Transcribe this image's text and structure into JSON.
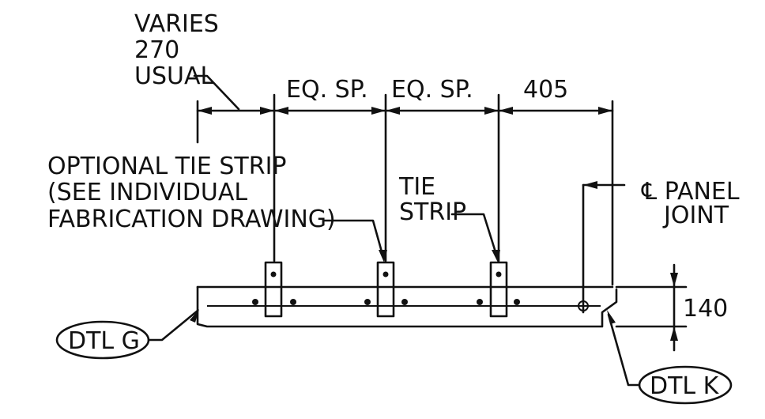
{
  "drawing": {
    "varies_label": {
      "line1": "VARIES",
      "line2": "270",
      "line3": "USUAL"
    },
    "dim_eq_sp_1": "EQ. SP.",
    "dim_eq_sp_2": "EQ. SP.",
    "dim_405": "405",
    "optional_tie_strip": {
      "line1": "OPTIONAL TIE STRIP",
      "line2": "(SEE INDIVIDUAL",
      "line3": "FABRICATION DRAWING)"
    },
    "tie_strip": {
      "line1": "TIE",
      "line2": "STRIP"
    },
    "panel_joint": {
      "line1": "℄ PANEL",
      "line2": "JOINT"
    },
    "dim_140": "140",
    "dtl_g": "DTL G",
    "dtl_k": "DTL K"
  }
}
